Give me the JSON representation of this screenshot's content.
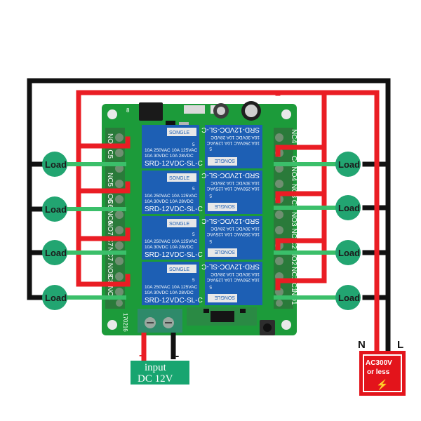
{
  "loads": [
    {
      "label": "Load"
    },
    {
      "label": "Load"
    },
    {
      "label": "Load"
    },
    {
      "label": "Load"
    },
    {
      "label": "Load"
    },
    {
      "label": "Load"
    },
    {
      "label": "Load"
    },
    {
      "label": "Load"
    }
  ],
  "relays": [
    {
      "brand": "SONGLE",
      "rating_1": "10A 250VAC 10A 125VAC",
      "rating_2": "10A 30VDC 10A 28VDC",
      "model": "SRD-12VDC-SL-C",
      "pins": "5"
    },
    {
      "brand": "SONGLE",
      "rating_1": "10A 250VAC 10A 125VAC",
      "rating_2": "10A 30VDC 10A 28VDC",
      "model": "SRD-12VDC-SL-C",
      "pins": "5"
    },
    {
      "brand": "SONGLE",
      "rating_1": "10A 250VAC 10A 125VAC",
      "rating_2": "10A 30VDC 10A 28VDC",
      "model": "SRD-12VDC-SL-C",
      "pins": "5"
    },
    {
      "brand": "SONGLE",
      "rating_1": "10A 250VAC 10A 125VAC",
      "rating_2": "10A 30VDC 10A 28VDC",
      "model": "SRD-12VDC-SL-C",
      "pins": "5"
    },
    {
      "brand": "SONGLE",
      "rating_1": "10A 250VAC 10A 125VAC",
      "rating_2": "10A 30VDC 10A 28VDC",
      "model": "SRD-12VDC-SL-C",
      "pins": "5"
    },
    {
      "brand": "SONGLE",
      "rating_1": "10A 250VAC 10A 125VAC",
      "rating_2": "10A 30VDC 10A 28VDC",
      "model": "SRD-12VDC-SL-C",
      "pins": "5"
    },
    {
      "brand": "SONGLE",
      "rating_1": "10A 250VAC 10A 125VAC",
      "rating_2": "10A 30VDC 10A 28VDC",
      "model": "SRD-12VDC-SL-C",
      "pins": "5"
    },
    {
      "brand": "SONGLE",
      "rating_1": "10A 250VAC 10A 125VAC",
      "rating_2": "10A 30VDC 10A 28VDC",
      "model": "SRD-12VDC-SL-C",
      "pins": "5"
    }
  ],
  "board": {
    "corner_mark": "8",
    "date_code": "170216",
    "left_pins": [
      "NO5 C5",
      "NC5 NO6",
      "C6 NC6",
      "NO7 C7",
      "NC7 NO8",
      "C8 NC8"
    ],
    "right_pins": [
      "NC4",
      "C4 NO4",
      "NC3 C3",
      "NO3 NC2",
      "C2 NO2",
      "NC1 C1",
      "NO1"
    ]
  },
  "power_input": {
    "plus": "+",
    "minus": "-",
    "line1": "input",
    "line2": "DC 12V"
  },
  "mains": {
    "neutral": "N",
    "live": "L",
    "line1": "AC300V",
    "line2": "or less",
    "symbol": "⚡"
  },
  "colors": {
    "board": "#1c9b3a",
    "relay": "#1d5fb4",
    "live_wire": "#ea1d24",
    "neutral_wire": "#111111",
    "load_wire": "#3bbf6a",
    "load_circle": "#22a571",
    "ac_box": "#e3141b"
  }
}
